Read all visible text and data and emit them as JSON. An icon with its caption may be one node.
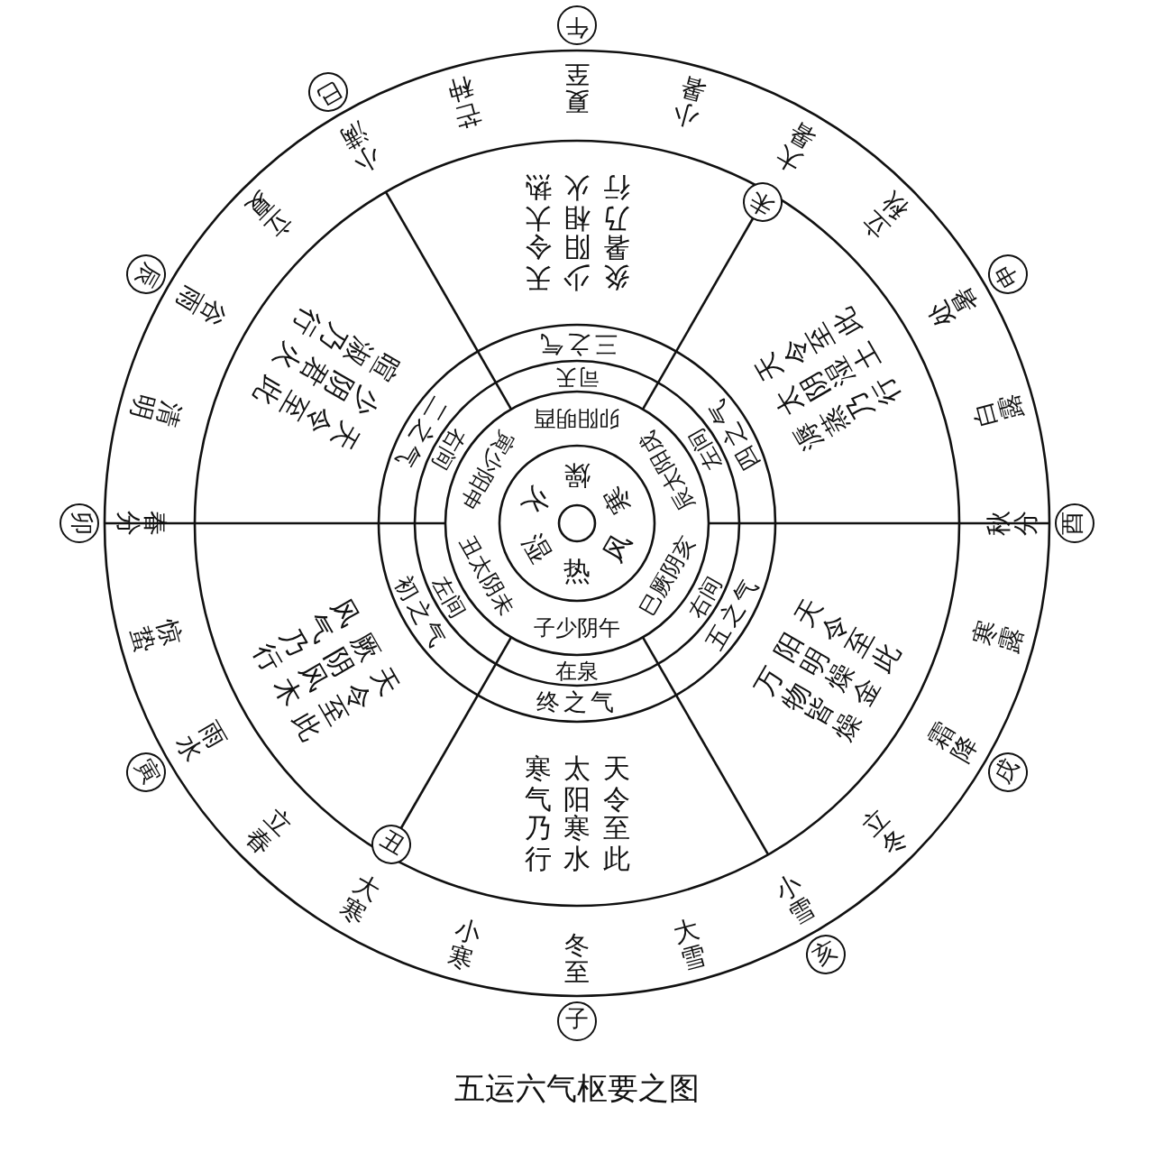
{
  "diagram": {
    "caption": "五运六气枢要之图",
    "nodes": [
      {
        "text": [
          "午"
        ]
      },
      {
        "text": [
          "未"
        ]
      },
      {
        "text": [
          "申"
        ]
      },
      {
        "text": [
          "酉"
        ]
      },
      {
        "text": [
          "戌"
        ]
      },
      {
        "text": [
          "亥"
        ]
      },
      {
        "text": [
          "子"
        ]
      },
      {
        "text": [
          "丑"
        ]
      },
      {
        "text": [
          "寅"
        ]
      },
      {
        "text": [
          "卯"
        ]
      },
      {
        "text": [
          "辰"
        ]
      },
      {
        "text": [
          "巳"
        ]
      },
      {
        "text": [
          "司天"
        ]
      },
      {
        "text": [
          "左间"
        ]
      },
      {
        "text": [
          "右间"
        ]
      },
      {
        "text": [
          "在泉"
        ]
      },
      {
        "text": [
          "左间"
        ]
      },
      {
        "text": [
          "右间"
        ]
      },
      {
        "text": [
          "三之气"
        ]
      },
      {
        "text": [
          "四之气"
        ]
      },
      {
        "text": [
          "五之气"
        ]
      },
      {
        "text": [
          "终之气"
        ]
      },
      {
        "text": [
          "初之气"
        ]
      },
      {
        "text": [
          "二之气"
        ]
      },
      {
        "text": [
          "炎暑乃行",
          "少阳相火",
          "天令大热"
        ]
      },
      {
        "text": [
          "溽蒸乃行",
          "太阴湿土",
          "天令至此"
        ]
      },
      {
        "text": [
          "万物皆燥",
          "阳明燥金",
          "天令至此"
        ]
      },
      {
        "text": [
          "寒气乃行",
          "太阳寒水",
          "天令至此"
        ]
      },
      {
        "text": [
          "风气乃行",
          "厥阴风木",
          "天令至此"
        ]
      },
      {
        "text": [
          "暄淑乃行",
          "少阴君火",
          "天令至此"
        ]
      }
    ],
    "labels": [
      "燥",
      "寒",
      "风",
      "热",
      "湿",
      "火",
      "卯阳明酉",
      "辰太阳戌",
      "巳厥阴亥",
      "子少阴午",
      "丑太阴未",
      "寅少阳申",
      "夏至",
      "小暑",
      "大暑",
      "立秋",
      "处暑",
      "白露",
      "秋分",
      "寒露",
      "霜降",
      "立冬",
      "小雪",
      "大雪",
      "冬至",
      "小寒",
      "大寒",
      "立春",
      "雨水",
      "惊蛰",
      "春分",
      "清明",
      "谷雨",
      "立夏",
      "小满",
      "芒种"
    ]
  }
}
